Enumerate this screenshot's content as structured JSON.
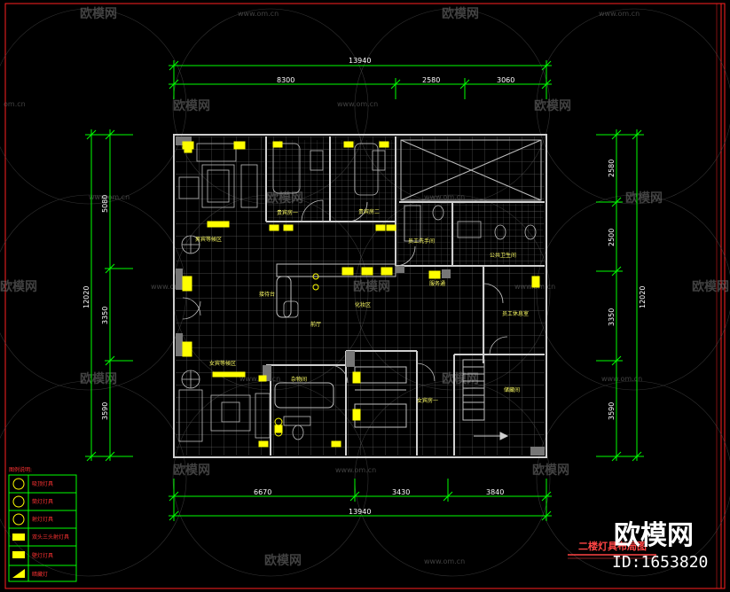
{
  "plan": {
    "title": "二楼灯具布局图",
    "dims_top": {
      "total": "13940",
      "segments": [
        "8300",
        "2580",
        "3060"
      ]
    },
    "dims_bottom": {
      "total": "13940",
      "segments": [
        "6670",
        "3430",
        "3840"
      ]
    },
    "dims_left": {
      "total": "12020",
      "segments": [
        "5080",
        "3350",
        "3590"
      ]
    },
    "dims_right": {
      "total": "12020",
      "segments": [
        "2580",
        "2500",
        "3350",
        "3590"
      ]
    },
    "rooms": {
      "guestroom1": "贵宾房一",
      "guestroom2": "贵宾房二",
      "male_waiting": "男宾等候区",
      "reception": "接待台",
      "makeup": "化妆区",
      "lobby": "前厅",
      "hall": "服务通",
      "staff_wc": "员工洗手间",
      "public_wc": "公共卫生间",
      "staff_lounge": "员工休息室",
      "female_waiting": "女宾等候区",
      "storage": "杂物间",
      "female_room": "女宾房一",
      "laundry": "储藏间"
    },
    "legend": {
      "title": "图例说明:",
      "items": [
        "吸顶灯具",
        "筒灯灯具",
        "射灯灯具",
        "双头三头射灯具",
        "壁灯灯具",
        "暗藏灯"
      ]
    }
  },
  "watermark": {
    "brand": "欧模网",
    "url": "www.om.cn",
    "url_short": "om.cn"
  },
  "brand": {
    "name": "欧模网",
    "id": "ID:1653820"
  },
  "colors": {
    "dimension": "#00ff00",
    "wall": "#cfcfcf",
    "fixture": "#ffff00",
    "frame": "#ff2020"
  }
}
